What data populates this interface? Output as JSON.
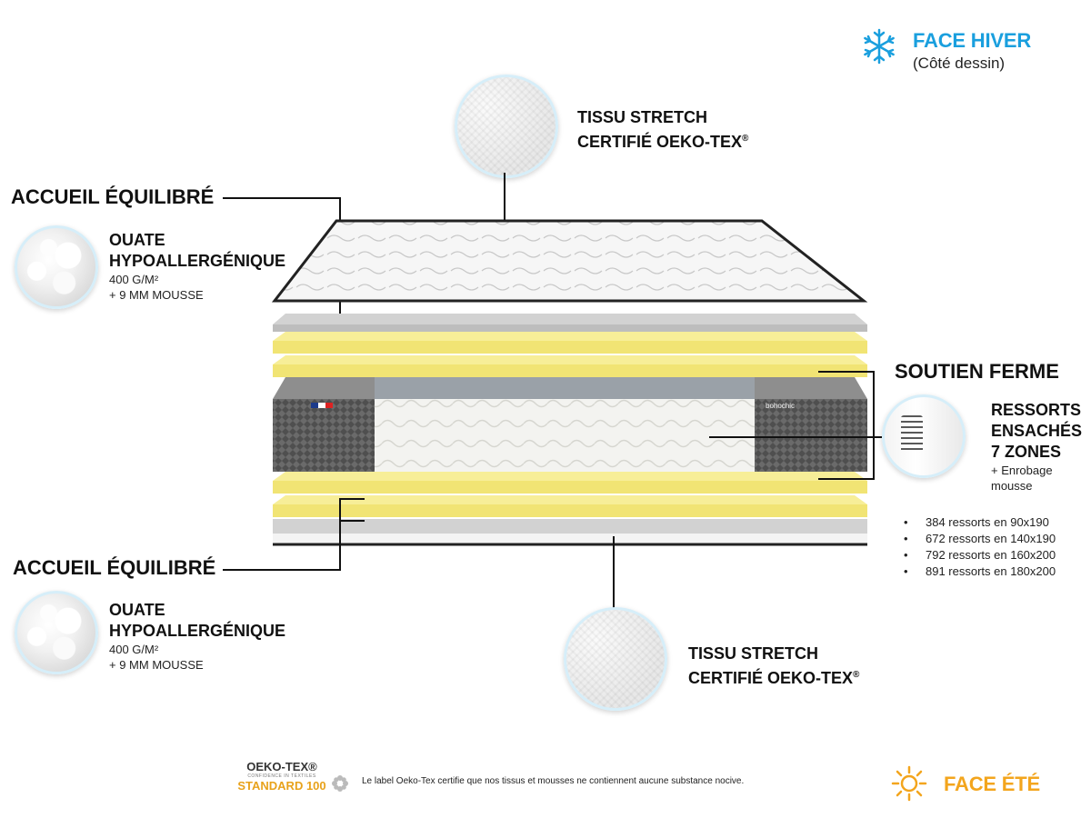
{
  "winter": {
    "title": "FACE HIVER",
    "subtitle": "(Côté dessin)",
    "icon": "snowflake-icon",
    "color": "#1a9fde"
  },
  "summer": {
    "title": "FACE ÉTÉ",
    "icon": "sun-icon",
    "color": "#f3a51d"
  },
  "top_fabric": {
    "line1": "TISSU STRETCH",
    "line2": "CERTIFIÉ OEKO-TEX",
    "reg": "®"
  },
  "bottom_fabric": {
    "line1": "TISSU STRETCH",
    "line2": "CERTIFIÉ OEKO-TEX",
    "reg": "®"
  },
  "comfort_top": {
    "title": "ACCUEIL ÉQUILIBRÉ",
    "line1": "OUATE",
    "line2": "HYPOALLERGÉNIQUE",
    "detail1": "400 G/M²",
    "detail2": "+ 9 MM MOUSSE"
  },
  "comfort_bottom": {
    "title": "ACCUEIL ÉQUILIBRÉ",
    "line1": "OUATE",
    "line2": "HYPOALLERGÉNIQUE",
    "detail1": "400 G/M²",
    "detail2": "+ 9 MM MOUSSE"
  },
  "support": {
    "title": "SOUTIEN FERME",
    "line1": "RESSORTS",
    "line2": "ENSACHÉS",
    "line3": "7 ZONES",
    "detail1": "+ Enrobage",
    "detail2": "mousse",
    "counts": [
      "384 ressorts en 90x190",
      "672 ressorts en 140x190",
      "792 ressorts en 160x200",
      "891 ressorts en 180x200"
    ]
  },
  "brand_tag": "bohochic",
  "oeko": {
    "name": "OEKO-TEX®",
    "tagline": "CONFIDENCE IN TEXTILES",
    "standard": "STANDARD 100",
    "note": "Le label Oeko-Tex certifie que nos tissus et mousses ne contiennent aucune substance nocive.",
    "color": "#e8a21b"
  },
  "colors": {
    "foam_yellow": "#f4e97e",
    "grey_layer": "#cfcfcf",
    "knit_dark": "#4a4a4a",
    "top_band": "#9aa1a8",
    "accent_blue": "#1a9fde"
  }
}
